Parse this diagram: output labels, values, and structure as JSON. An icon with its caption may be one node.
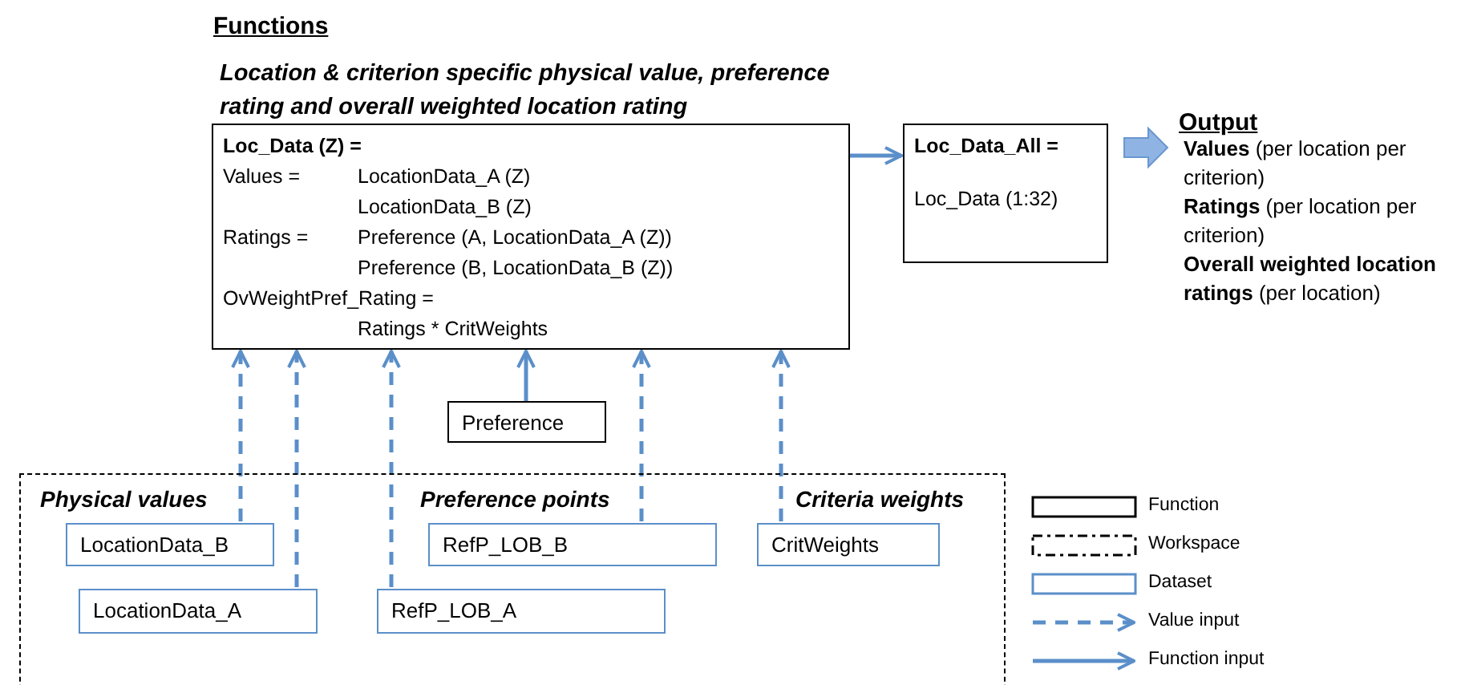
{
  "diagram": {
    "nodes": [
      {
        "text": [
          "Loc_Data (Z) =",
          "Values =",
          "LocationData_A (Z)",
          "LocationData_B (Z)",
          "Ratings =",
          "Preference (A, LocationData_A (Z))",
          "Preference (B, LocationData_B (Z))",
          "OvWeightPref_Rating =",
          "Ratings * CritWeights"
        ]
      },
      {
        "text": [
          "Loc_Data_All =",
          "Loc_Data (1:32)"
        ]
      },
      {
        "text": [
          "**Values** (per location per criterion)",
          "**Ratings** (per location per criterion)",
          "**Overall weighted location ratings** (per location)"
        ]
      },
      {
        "text": [
          "Preference"
        ]
      },
      {
        "text": [
          "Physical values",
          "Preference points",
          "Criteria weights"
        ]
      },
      {
        "text": [
          "LocationData_B"
        ],
        "in": 4
      },
      {
        "text": [
          "LocationData_A"
        ],
        "in": 4
      },
      {
        "text": [
          "RefP_LOB_B"
        ],
        "in": 4
      },
      {
        "text": [
          "RefP_LOB_A"
        ],
        "in": 4
      },
      {
        "text": [
          "CritWeights"
        ],
        "in": 4
      }
    ],
    "edges": [
      {
        "from": 5,
        "to": 0,
        "arrow": "to",
        "style": "dashed"
      },
      {
        "from": 6,
        "to": 0,
        "arrow": "to",
        "style": "dashed"
      },
      {
        "from": 8,
        "to": 0,
        "arrow": "to",
        "style": "dashed"
      },
      {
        "from": 3,
        "to": 0,
        "arrow": "to"
      },
      {
        "from": 7,
        "to": 0,
        "arrow": "to",
        "style": "dashed"
      },
      {
        "from": 9,
        "to": 0,
        "arrow": "to",
        "style": "dashed"
      },
      {
        "from": 0,
        "to": 1,
        "arrow": "to"
      },
      {
        "from": 1,
        "to": 2,
        "arrow": "to",
        "style": "thick"
      }
    ],
    "labels": [
      "Functions",
      "Location & criterion specific physical value, preference rating and overall weighted location rating",
      "Output"
    ],
    "legend": [
      {
        "text": "Function"
      },
      {
        "text": "Workspace"
      },
      {
        "text": "Dataset"
      },
      {
        "text": "Value input"
      },
      {
        "text": "Function input"
      }
    ]
  }
}
